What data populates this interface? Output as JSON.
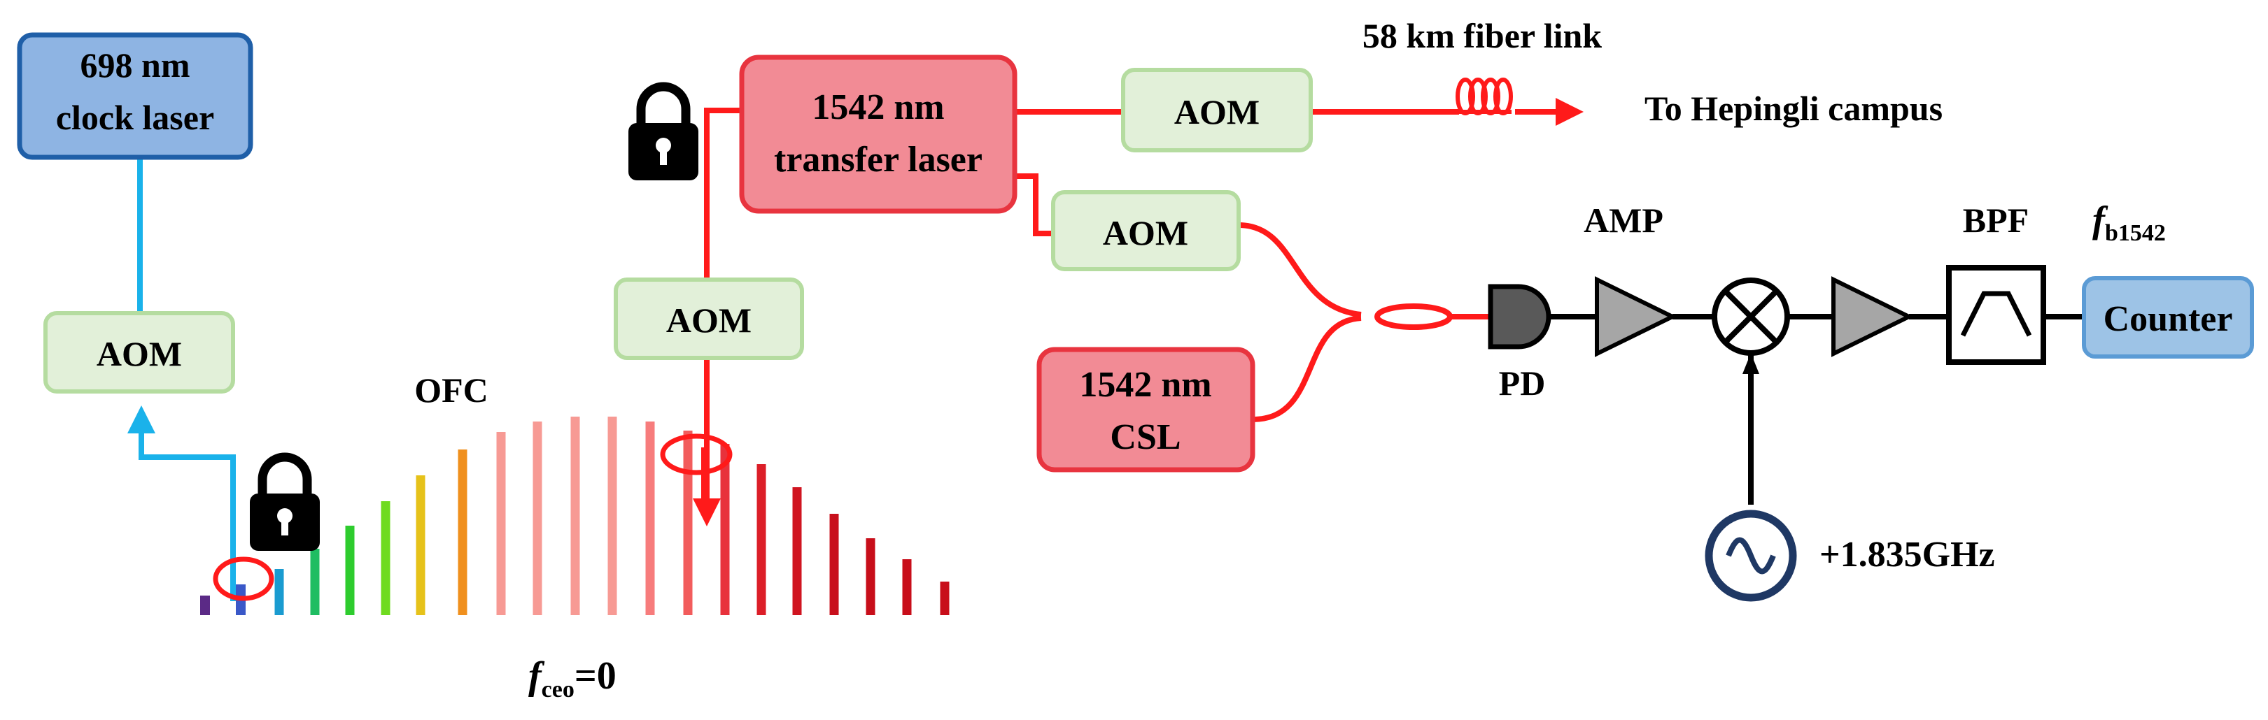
{
  "boxes": {
    "clock_laser": [
      "698 nm",
      "clock laser"
    ],
    "aom_left": "AOM",
    "aom_ofc": "AOM",
    "transfer_laser": [
      "1542 nm",
      "transfer laser"
    ],
    "aom_top": "AOM",
    "aom_mid": "AOM",
    "csl": [
      "1542 nm",
      "CSL"
    ],
    "counter": "Counter"
  },
  "labels": {
    "ofc": "OFC",
    "fceo_main": "f",
    "fceo_sub": "ceo",
    "fceo_rest": "=0",
    "fiber_link": "58 km fiber link",
    "destination": "To Hepingli campus",
    "amp": "AMP",
    "bpf": "BPF",
    "fb_main": "f",
    "fb_sub": "b1542",
    "pd": "PD",
    "rf_source": "+1.835GHz"
  },
  "icons": {
    "lock": "padlock-icon",
    "photodetector": "photodetector-icon",
    "amplifier": "amplifier-triangle-icon",
    "mixer": "mixer-icon",
    "filter": "bandpass-filter-icon",
    "rf_source": "sine-source-icon",
    "fiber_coil": "fiber-coil-icon"
  },
  "colors": {
    "clock_laser_fill": "#8eb4e3",
    "clock_laser_border": "#1f5fa8",
    "aom_fill": "#e2f0d9",
    "aom_border": "#b5dca0",
    "laser_red_fill": "#f28b95",
    "laser_red_border": "#e8343f",
    "counter_fill": "#9dc3e6",
    "counter_border": "#5b9bd5",
    "beam_blue": "#1ab2ea",
    "beam_red": "#ff1a1a",
    "rf_navy": "#1f3864"
  },
  "comb_lines": [
    {
      "color": "#5b2a86"
    },
    {
      "color": "#3a58c8"
    },
    {
      "color": "#1a9bd0"
    },
    {
      "color": "#1fbd62"
    },
    {
      "color": "#2ecc2e"
    },
    {
      "color": "#6fdb1f"
    },
    {
      "color": "#e6c21a"
    },
    {
      "color": "#f0901e"
    },
    {
      "color": "#f79a94"
    },
    {
      "color": "#f79a94"
    },
    {
      "color": "#f79a94"
    },
    {
      "color": "#f79a94"
    },
    {
      "color": "#f77c7c"
    },
    {
      "color": "#f25c5c"
    },
    {
      "color": "#e8323c"
    },
    {
      "color": "#dc1e28"
    },
    {
      "color": "#d01420"
    },
    {
      "color": "#c8101c"
    },
    {
      "color": "#c80e1a"
    },
    {
      "color": "#c80e1a"
    },
    {
      "color": "#c80e1a"
    }
  ]
}
